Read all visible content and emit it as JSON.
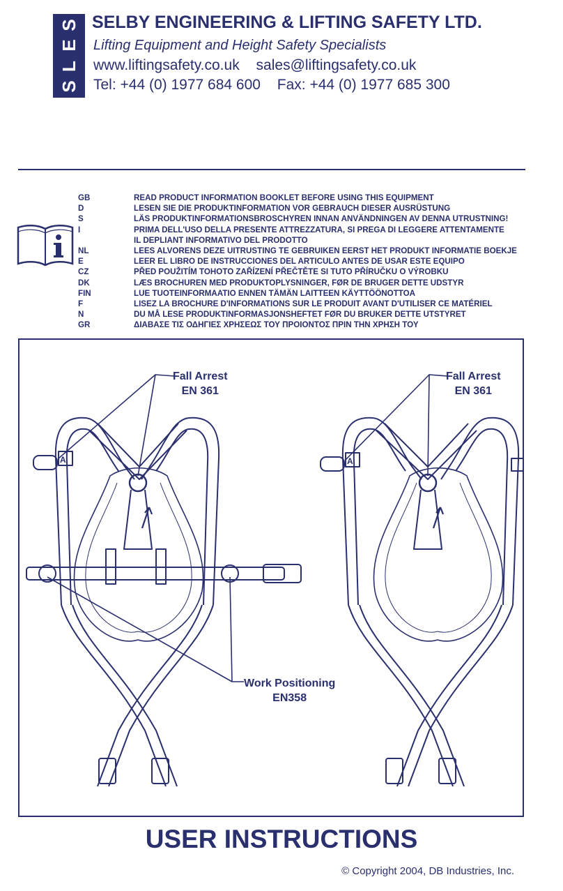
{
  "header": {
    "logo_letters": [
      "S",
      "E",
      "L",
      "S"
    ],
    "company_name": "SELBY ENGINEERING & LIFTING SAFETY LTD.",
    "tagline": "Lifting Equipment and Height Safety Specialists",
    "website": "www.liftingsafety.co.uk",
    "email": "sales@liftingsafety.co.uk",
    "tel": "Tel: +44 (0) 1977 684 600",
    "fax": "Fax: +44 (0) 1977 685 300",
    "brand_color": "#2a2f6e"
  },
  "info_icon": "info-book-icon",
  "languages": [
    {
      "code": "GB",
      "text": "READ PRODUCT INFORMATION BOOKLET BEFORE USING THIS EQUIPMENT"
    },
    {
      "code": "D",
      "text": "LESEN SIE DIE PRODUKTINFORMATION VOR GEBRAUCH DIESER AUSRÜSTUNG"
    },
    {
      "code": "S",
      "text": "LÄS PRODUKTINFORMATIONSBROSCHYREN INNAN ANVÄNDNINGEN AV DENNA UTRUSTNING!"
    },
    {
      "code": "I",
      "text": "PRIMA DELL'USO DELLA PRESENTE ATTREZZATURA, SI PREGA DI LEGGERE ATTENTAMENTE"
    },
    {
      "code": "",
      "text": "IL DEPLIANT INFORMATIVO DEL PRODOTTO"
    },
    {
      "code": "NL",
      "text": "LEES ALVORENS DEZE UITRUSTING TE GEBRUIKEN EERST HET PRODUKT INFORMATIE BOEKJE"
    },
    {
      "code": "E",
      "text": "LEER EL LIBRO DE INSTRUCCIONES DEL ARTICULO ANTES DE USAR ESTE EQUIPO"
    },
    {
      "code": "CZ",
      "text": "PŘED POUŽITÍM TOHOTO ZAŘÍZENÍ PŘEČTĚTE SI TUTO PŘÍRUČKU O VÝROBKU"
    },
    {
      "code": "DK",
      "text": "LÆS BROCHUREN MED PRODUKTOPLYSNINGER, FØR DE BRUGER DETTE UDSTYR"
    },
    {
      "code": "FIN",
      "text": "LUE TUOTEINFORMAATIO ENNEN TÄMÄN LAITTEEN KÄYTTÖÖNOTTOA"
    },
    {
      "code": "F",
      "text": "LISEZ LA BROCHURE D'INFORMATIONS SUR LE PRODUIT AVANT D'UTILISER CE MATÉRIEL"
    },
    {
      "code": "N",
      "text": "DU MÅ LESE PRODUKTINFORMASJONSHEFTET FØR DU BRUKER DETTE UTSTYRET"
    },
    {
      "code": "GR",
      "text": "ΔΙΑΒΑΣΕ ΤΙΣ ΟΔΗΓΙΕΣ ΧΡΗΣΕΩΣ ΤΟΥ ΠΡΟΙΟΝΤΟΣ ΠΡΙΝ ΤΗΝ ΧΡΗΣΗ ΤΟΥ"
    }
  ],
  "diagram": {
    "left_fall_arrest": {
      "line1": "Fall Arrest",
      "line2": "EN 361"
    },
    "right_fall_arrest": {
      "line1": "Fall Arrest",
      "line2": "EN 361"
    },
    "work_positioning": {
      "line1": "Work Positioning",
      "line2": "EN358"
    },
    "d_ring_label": "A",
    "harness_icon": "full-body-harness-icon"
  },
  "title": "USER INSTRUCTIONS",
  "copyright": "© Copyright 2004, DB Industries, Inc."
}
